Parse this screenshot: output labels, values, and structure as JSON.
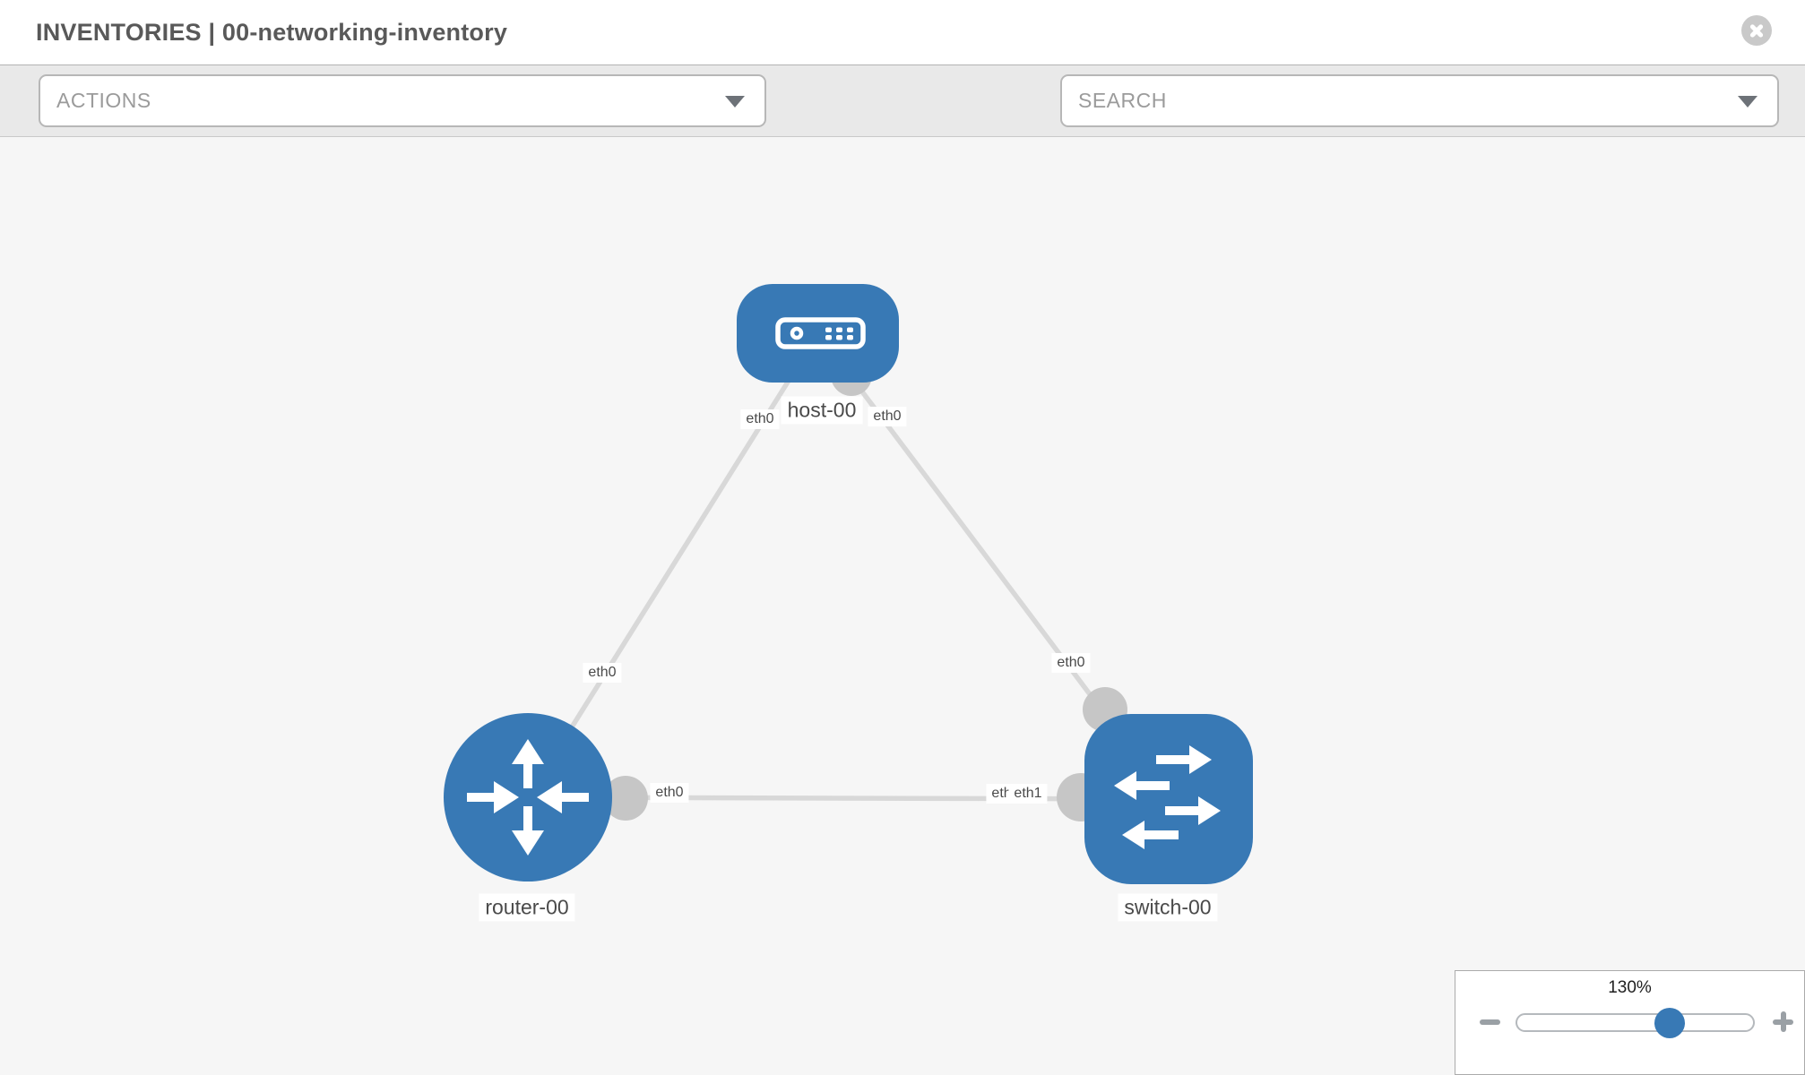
{
  "header": {
    "title": "INVENTORIES | 00-networking-inventory"
  },
  "toolbar": {
    "actions_label": "ACTIONS",
    "search_label": "SEARCH"
  },
  "topology": {
    "nodes": [
      {
        "id": "host-00",
        "label": "host-00",
        "type": "host"
      },
      {
        "id": "router-00",
        "label": "router-00",
        "type": "router"
      },
      {
        "id": "switch-00",
        "label": "switch-00",
        "type": "switch"
      }
    ],
    "links": [
      {
        "source": "host-00",
        "target": "router-00",
        "source_iface": "eth0",
        "target_iface": "eth0"
      },
      {
        "source": "host-00",
        "target": "switch-00",
        "source_iface": "eth0",
        "target_iface": "eth0"
      },
      {
        "source": "router-00",
        "target": "switch-00",
        "source_iface": "eth0",
        "target_iface": "eth1",
        "target_iface_under": "eth0"
      }
    ]
  },
  "zoom_control": {
    "level": "130%"
  },
  "colors": {
    "node_blue": "#3879b5",
    "link_gray": "#d8d8d8",
    "port_gray": "#c6c6c6"
  }
}
